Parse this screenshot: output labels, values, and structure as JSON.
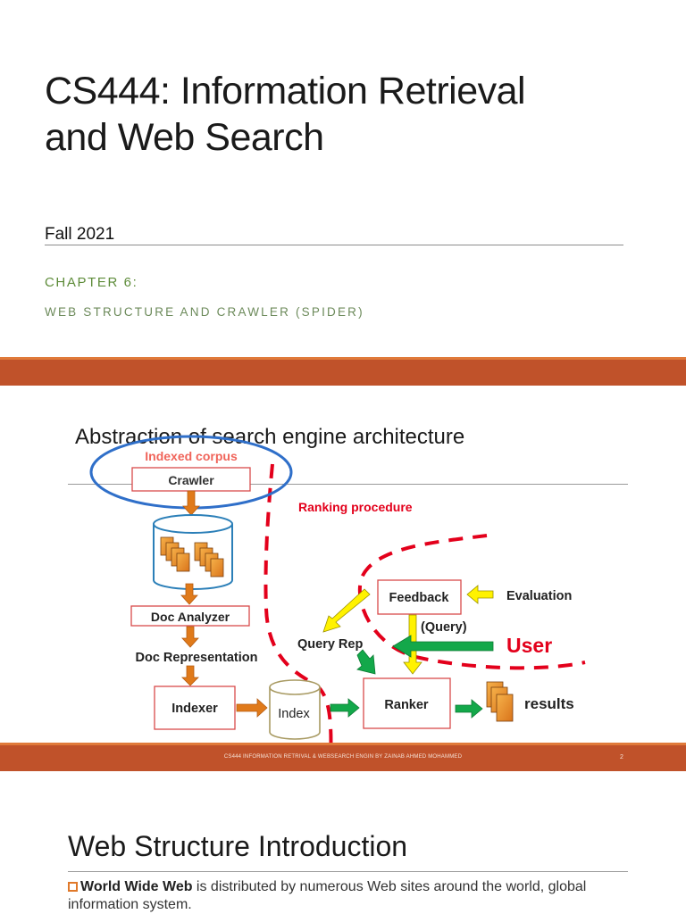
{
  "slide1": {
    "title_line1": "CS444: Information Retrieval",
    "title_line2": "and Web Search",
    "term": "Fall 2021",
    "chapter": "CHAPTER 6:",
    "subtitle": "WEB STRUCTURE AND CRAWLER (SPIDER)"
  },
  "slide2": {
    "title": "Abstraction of search engine architecture",
    "diagram": {
      "indexed_corpus": "Indexed corpus",
      "crawler": "Crawler",
      "ranking_procedure": "Ranking procedure",
      "doc_analyzer": "Doc Analyzer",
      "doc_representation": "Doc Representation",
      "indexer": "Indexer",
      "index": "Index",
      "query_rep": "Query Rep",
      "feedback": "Feedback",
      "evaluation": "Evaluation",
      "query": "(Query)",
      "user": "User",
      "ranker": "Ranker",
      "results": "results"
    },
    "footer_text": "CS444 INFORMATION RETRIVAL & WEBSEARCH ENGIN BY ZAINAB AHMED MOHAMMED",
    "page_number": "2"
  },
  "slide3": {
    "title": "Web Structure Introduction",
    "bullet_bold": "World Wide Web",
    "bullet_text": " is distributed by numerous Web sites around the world, global information system."
  },
  "colors": {
    "accent_bar": "#c0522a",
    "chapter_green": "#5e8c3a",
    "dash_red": "#e3001b",
    "arrow_orange": "#e07a1a",
    "arrow_green": "#13a84a",
    "arrow_yellow": "#fff200"
  }
}
